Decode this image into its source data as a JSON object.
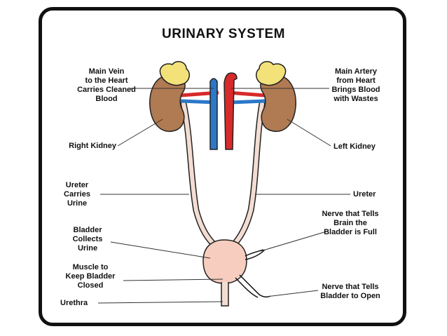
{
  "title": "URINARY SYSTEM",
  "labels": {
    "main_vein": "Main Vein\nto the Heart\nCarries Cleaned\nBlood",
    "main_artery": "Main Artery\nfrom Heart\nBrings Blood\nwith Wastes",
    "right_kidney": "Right Kidney",
    "left_kidney": "Left Kidney",
    "ureter_left": "Ureter\nCarries\nUrine",
    "ureter_right": "Ureter",
    "bladder": "Bladder\nCollects\nUrine",
    "nerve_full": "Nerve that Tells\nBrain the\nBladder is Full",
    "muscle": "Muscle to\nKeep Bladder\nClosed",
    "nerve_open": "Nerve that Tells\nBladder to Open",
    "urethra": "Urethra"
  },
  "colors": {
    "kidney": "#b07a52",
    "adrenal": "#f3e27a",
    "vein": "#2b78c8",
    "artery": "#d82a2a",
    "ureter": "#f3ddd2",
    "bladder": "#f6cdbe",
    "outline": "#222222"
  }
}
